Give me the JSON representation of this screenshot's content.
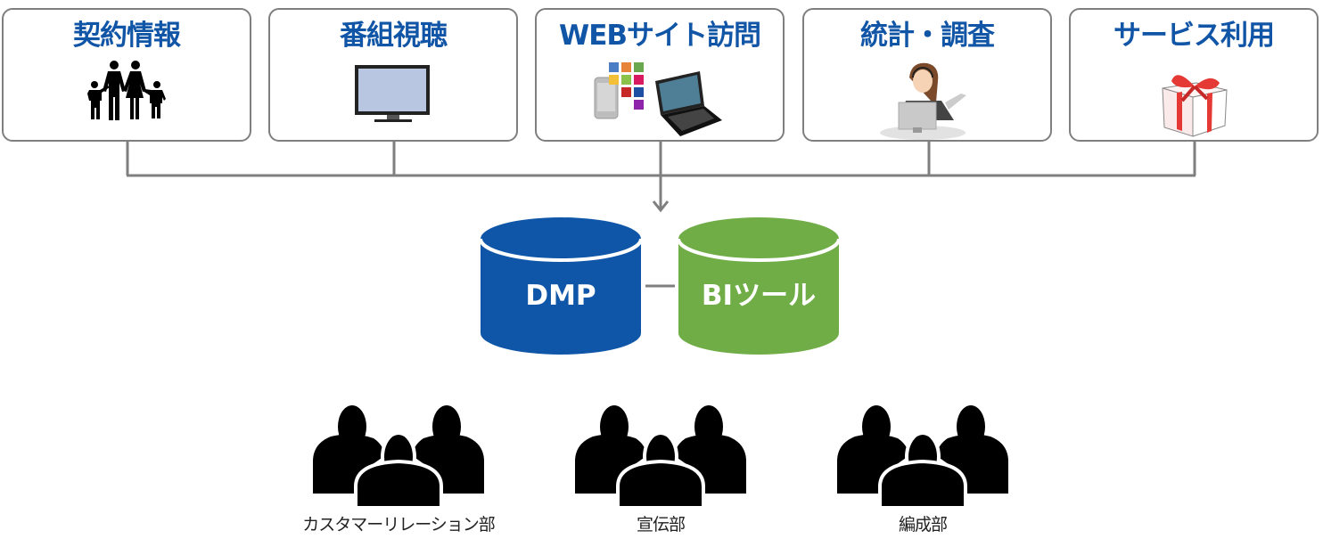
{
  "colors": {
    "title_blue": "#1155a6",
    "dmp_blue": "#0f56a8",
    "bi_green": "#70ad47",
    "connector_gray": "#7f7f7f"
  },
  "sources": [
    {
      "label": "契約情報",
      "icon": "family-icon"
    },
    {
      "label": "番組視聴",
      "icon": "tv-monitor-icon"
    },
    {
      "label": "WEBサイト訪問",
      "icon": "devices-apps-icon"
    },
    {
      "label": "統計・調査",
      "icon": "operator-survey-icon"
    },
    {
      "label": "サービス利用",
      "icon": "gift-box-icon"
    }
  ],
  "databases": [
    {
      "label": "DMP",
      "icon": "database-cylinder-icon"
    },
    {
      "label": "BIツール",
      "icon": "database-cylinder-icon"
    }
  ],
  "departments": [
    {
      "label": "カスタマーリレーション部",
      "icon": "team-icon"
    },
    {
      "label": "宣伝部",
      "icon": "team-icon"
    },
    {
      "label": "編成部",
      "icon": "team-icon"
    }
  ]
}
